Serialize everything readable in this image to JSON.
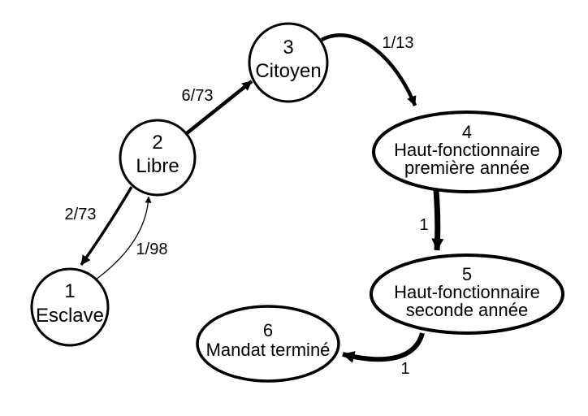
{
  "diagram": {
    "background_color": "#ffffff",
    "ink_color": "#000000",
    "nodes": [
      {
        "number": "1",
        "line1": "Esclave",
        "shape": "circle"
      },
      {
        "number": "2",
        "line1": "Libre",
        "shape": "circle"
      },
      {
        "number": "3",
        "line1": "Citoyen",
        "shape": "circle"
      },
      {
        "number": "4",
        "line1": "Haut-fonctionnaire",
        "line2": "première année",
        "shape": "ellipse"
      },
      {
        "number": "5",
        "line1": "Haut-fonctionnaire",
        "line2": "seconde année",
        "shape": "ellipse"
      },
      {
        "number": "6",
        "line1": "Mandat terminé",
        "shape": "ellipse"
      }
    ],
    "edges": [
      {
        "from": "2",
        "to": "1",
        "label": "2/73",
        "weight": "medium"
      },
      {
        "from": "1",
        "to": "2",
        "label": "1/98",
        "weight": "thin"
      },
      {
        "from": "2",
        "to": "3",
        "label": "6/73",
        "weight": "thick"
      },
      {
        "from": "3",
        "to": "4",
        "label": "1/13",
        "weight": "thick"
      },
      {
        "from": "4",
        "to": "5",
        "label": "1",
        "weight": "heaviest"
      },
      {
        "from": "5",
        "to": "6",
        "label": "1",
        "weight": "heavy"
      }
    ]
  }
}
